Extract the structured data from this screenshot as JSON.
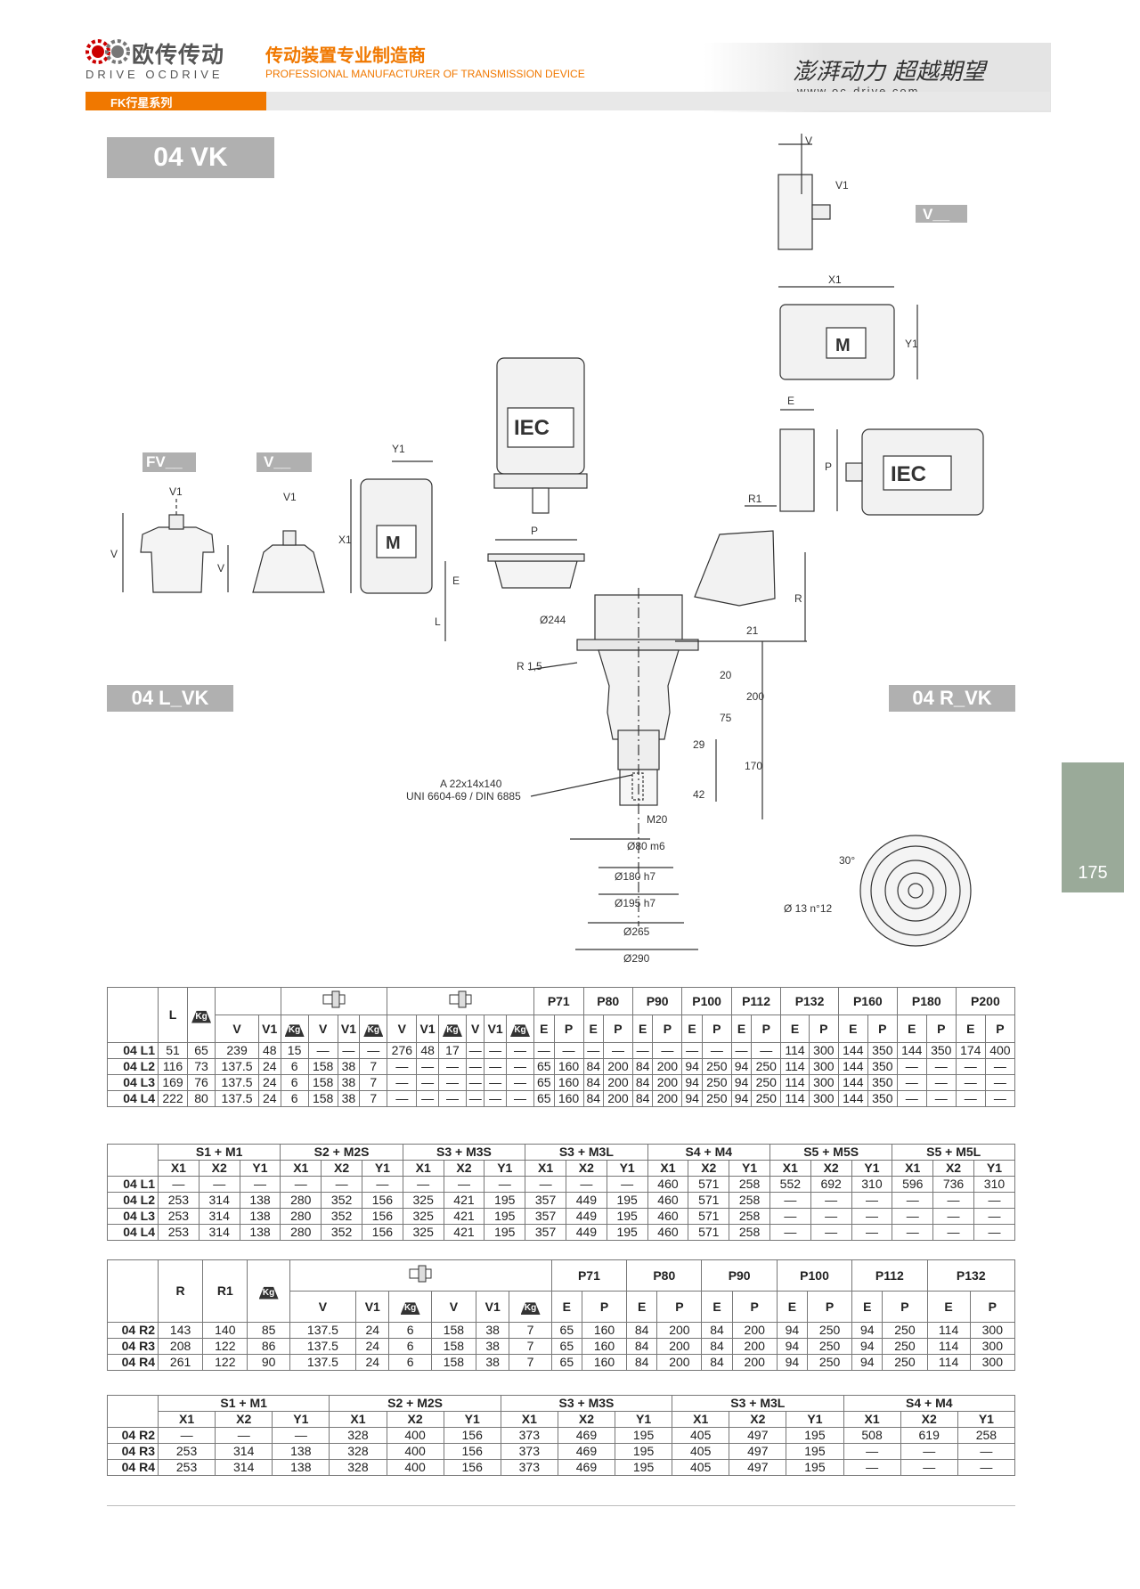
{
  "header": {
    "logo_cn": "欧传传动",
    "logo_en": "DRIVE OCDRIVE",
    "tagline_cn": "传动装置专业制造商",
    "tagline_en": "PROFESSIONAL MANUFACTURER OF TRANSMISSION DEVICE",
    "slogan": "澎湃动力 超越期望",
    "url": "www.oc-drive.com",
    "series": "FK行星系列"
  },
  "page": {
    "title": "04 VK",
    "left_label": "04 L_VK",
    "right_label": "04 R_VK",
    "page_number": "175"
  },
  "drawing": {
    "labels": {
      "v_top": "V__",
      "fv": "FV__",
      "v_left": "V__",
      "m": "M",
      "iec": "IEC"
    },
    "dims": {
      "d244": "Ø244",
      "r15": "R 1,5",
      "key": "A 22x14x140",
      "uni": "UNI 6604-69 / DIN 6885",
      "m20": "M20",
      "d80": "Ø80 m6",
      "d180": "Ø180 h7",
      "d195": "Ø195 h7",
      "d265": "Ø265",
      "d290": "Ø290",
      "holes": "Ø 13 n°12",
      "angle": "30°",
      "n20": "20",
      "n200": "200",
      "n75": "75",
      "n29": "29",
      "n170": "170",
      "n42": "42",
      "n21": "21",
      "V": "V",
      "V1": "V1",
      "X1": "X1",
      "Y1": "Y1",
      "E": "E",
      "P": "P",
      "R": "R",
      "R1": "R1",
      "L": "L"
    }
  },
  "table1": {
    "groups": [
      "P71",
      "P80",
      "P90",
      "P100",
      "P112",
      "P132",
      "P160",
      "P180",
      "P200"
    ],
    "head_cols": [
      "L",
      "V",
      "V1",
      "V",
      "V1",
      "V",
      "V1",
      "V",
      "V1"
    ],
    "ep": [
      "E",
      "P"
    ],
    "rows": [
      {
        "label": "04 L1",
        "cells": [
          "51",
          "65",
          "239",
          "48",
          "15",
          "—",
          "—",
          "—",
          "276",
          "48",
          "17",
          "—",
          "—",
          "—",
          "—",
          "—",
          "—",
          "—",
          "—",
          "—",
          "—",
          "—",
          "—",
          "—",
          "114",
          "300",
          "144",
          "350",
          "144",
          "350",
          "174",
          "400"
        ]
      },
      {
        "label": "04 L2",
        "cells": [
          "116",
          "73",
          "137.5",
          "24",
          "6",
          "158",
          "38",
          "7",
          "—",
          "—",
          "—",
          "—",
          "—",
          "—",
          "65",
          "160",
          "84",
          "200",
          "84",
          "200",
          "94",
          "250",
          "94",
          "250",
          "114",
          "300",
          "144",
          "350",
          "—",
          "—",
          "—",
          "—"
        ]
      },
      {
        "label": "04 L3",
        "cells": [
          "169",
          "76",
          "137.5",
          "24",
          "6",
          "158",
          "38",
          "7",
          "—",
          "—",
          "—",
          "—",
          "—",
          "—",
          "65",
          "160",
          "84",
          "200",
          "84",
          "200",
          "94",
          "250",
          "94",
          "250",
          "114",
          "300",
          "144",
          "350",
          "—",
          "—",
          "—",
          "—"
        ]
      },
      {
        "label": "04 L4",
        "cells": [
          "222",
          "80",
          "137.5",
          "24",
          "6",
          "158",
          "38",
          "7",
          "—",
          "—",
          "—",
          "—",
          "—",
          "—",
          "65",
          "160",
          "84",
          "200",
          "84",
          "200",
          "94",
          "250",
          "94",
          "250",
          "114",
          "300",
          "144",
          "350",
          "—",
          "—",
          "—",
          "—"
        ]
      }
    ]
  },
  "table2": {
    "groups": [
      "S1 + M1",
      "S2 + M2S",
      "S3 + M3S",
      "S3 + M3L",
      "S4 + M4",
      "S5 + M5S",
      "S5 + M5L"
    ],
    "sub": [
      "X1",
      "X2",
      "Y1"
    ],
    "rows": [
      {
        "label": "04 L1",
        "cells": [
          "—",
          "—",
          "—",
          "—",
          "—",
          "—",
          "—",
          "—",
          "—",
          "—",
          "—",
          "—",
          "460",
          "571",
          "258",
          "552",
          "692",
          "310",
          "596",
          "736",
          "310"
        ]
      },
      {
        "label": "04 L2",
        "cells": [
          "253",
          "314",
          "138",
          "280",
          "352",
          "156",
          "325",
          "421",
          "195",
          "357",
          "449",
          "195",
          "460",
          "571",
          "258",
          "—",
          "—",
          "—",
          "—",
          "—",
          "—"
        ]
      },
      {
        "label": "04 L3",
        "cells": [
          "253",
          "314",
          "138",
          "280",
          "352",
          "156",
          "325",
          "421",
          "195",
          "357",
          "449",
          "195",
          "460",
          "571",
          "258",
          "—",
          "—",
          "—",
          "—",
          "—",
          "—"
        ]
      },
      {
        "label": "04 L4",
        "cells": [
          "253",
          "314",
          "138",
          "280",
          "352",
          "156",
          "325",
          "421",
          "195",
          "357",
          "449",
          "195",
          "460",
          "571",
          "258",
          "—",
          "—",
          "—",
          "—",
          "—",
          "—"
        ]
      }
    ]
  },
  "table3": {
    "groups": [
      "P71",
      "P80",
      "P90",
      "P100",
      "P112",
      "P132"
    ],
    "head_cols": [
      "R",
      "R1",
      "V",
      "V1",
      "V",
      "V1"
    ],
    "rows": [
      {
        "label": "04 R2",
        "cells": [
          "143",
          "140",
          "85",
          "137.5",
          "24",
          "6",
          "158",
          "38",
          "7",
          "65",
          "160",
          "84",
          "200",
          "84",
          "200",
          "94",
          "250",
          "94",
          "250",
          "114",
          "300"
        ]
      },
      {
        "label": "04 R3",
        "cells": [
          "208",
          "122",
          "86",
          "137.5",
          "24",
          "6",
          "158",
          "38",
          "7",
          "65",
          "160",
          "84",
          "200",
          "84",
          "200",
          "94",
          "250",
          "94",
          "250",
          "114",
          "300"
        ]
      },
      {
        "label": "04 R4",
        "cells": [
          "261",
          "122",
          "90",
          "137.5",
          "24",
          "6",
          "158",
          "38",
          "7",
          "65",
          "160",
          "84",
          "200",
          "84",
          "200",
          "94",
          "250",
          "94",
          "250",
          "114",
          "300"
        ]
      }
    ]
  },
  "table4": {
    "groups": [
      "S1 + M1",
      "S2 + M2S",
      "S3 + M3S",
      "S3 + M3L",
      "S4 + M4"
    ],
    "sub": [
      "X1",
      "X2",
      "Y1"
    ],
    "rows": [
      {
        "label": "04 R2",
        "cells": [
          "—",
          "—",
          "—",
          "328",
          "400",
          "156",
          "373",
          "469",
          "195",
          "405",
          "497",
          "195",
          "508",
          "619",
          "258"
        ]
      },
      {
        "label": "04 R3",
        "cells": [
          "253",
          "314",
          "138",
          "328",
          "400",
          "156",
          "373",
          "469",
          "195",
          "405",
          "497",
          "195",
          "—",
          "—",
          "—"
        ]
      },
      {
        "label": "04 R4",
        "cells": [
          "253",
          "314",
          "138",
          "328",
          "400",
          "156",
          "373",
          "469",
          "195",
          "405",
          "497",
          "195",
          "—",
          "—",
          "—"
        ]
      }
    ]
  }
}
